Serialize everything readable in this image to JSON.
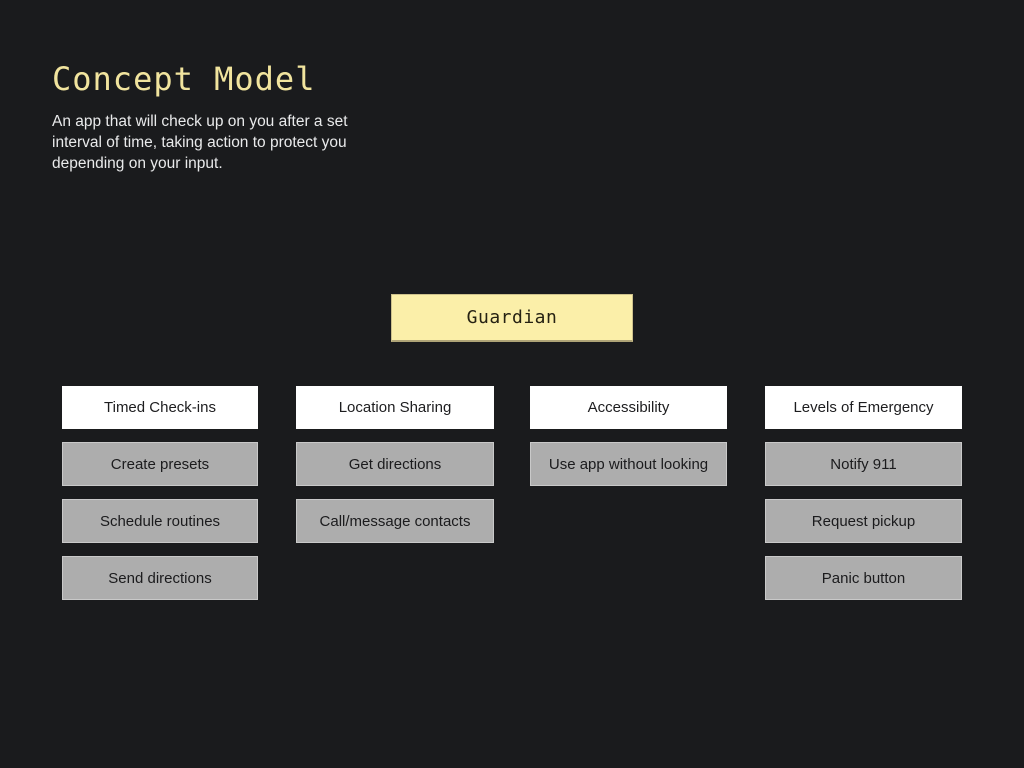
{
  "slide": {
    "title": "Concept Model",
    "description_lines": [
      "An app that will check up on you after a set",
      "interval of time, taking action to protect you",
      "depending on your input."
    ]
  },
  "diagram": {
    "root": {
      "label": "Guardian"
    },
    "columns": [
      {
        "header": "Timed Check-ins",
        "items": [
          "Create presets",
          "Schedule routines",
          "Send directions"
        ]
      },
      {
        "header": "Location Sharing",
        "items": [
          "Get directions",
          "Call/message contacts"
        ]
      },
      {
        "header": "Accessibility",
        "items": [
          "Use app without looking"
        ]
      },
      {
        "header": "Levels of Emergency",
        "items": [
          "Notify 911",
          "Request pickup",
          "Panic button"
        ]
      }
    ]
  },
  "colors": {
    "background": "#1A1B1D",
    "title_yellow": "#F1E49E",
    "root_node_fill": "#FBEFA9",
    "root_node_border": "#AFA477",
    "category_node_fill": "#FFFFFF",
    "feature_node_fill": "#ADADAD",
    "body_text": "#E9EAEB",
    "dark_text": "#1C1C1E"
  }
}
